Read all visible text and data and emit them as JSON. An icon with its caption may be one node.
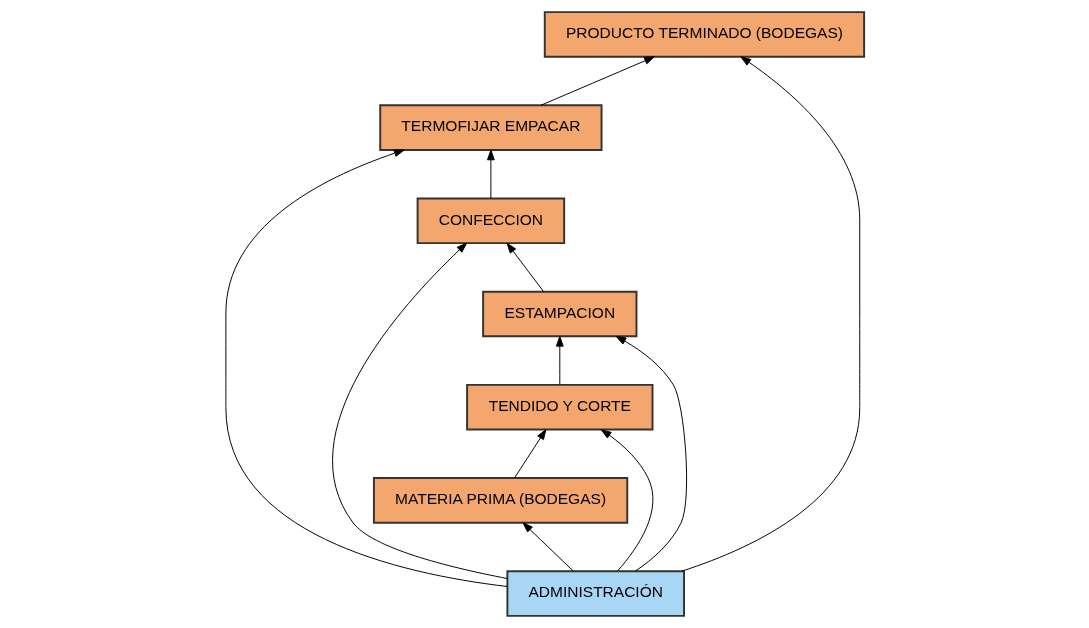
{
  "diagram": {
    "nodes": [
      {
        "text": [
          "ESTAMPACION"
        ]
      },
      {
        "text": [
          "CONFECCION"
        ]
      },
      {
        "text": [
          "TERMOFIJAR EMPACAR"
        ]
      },
      {
        "text": [
          "TENDIDO Y CORTE"
        ]
      },
      {
        "text": [
          "PRODUCTO TERMINADO (BODEGAS)"
        ]
      },
      {
        "text": [
          "MATERIA PRIMA (BODEGAS)"
        ]
      },
      {
        "text": [
          "ADMINISTRACIÓN"
        ]
      }
    ],
    "edges": [
      {
        "from": 5,
        "to": 3,
        "arrow": "to"
      },
      {
        "from": 3,
        "to": 0,
        "arrow": "to"
      },
      {
        "from": 0,
        "to": 1,
        "arrow": "to"
      },
      {
        "from": 1,
        "to": 2,
        "arrow": "to"
      },
      {
        "from": 2,
        "to": 4,
        "arrow": "to"
      },
      {
        "from": 6,
        "to": 5,
        "arrow": "to"
      },
      {
        "from": 6,
        "to": 3,
        "arrow": "to"
      },
      {
        "from": 6,
        "to": 0,
        "arrow": "to"
      },
      {
        "from": 6,
        "to": 1,
        "arrow": "to"
      },
      {
        "from": 6,
        "to": 2,
        "arrow": "to"
      },
      {
        "from": 6,
        "to": 4,
        "arrow": "to"
      }
    ]
  }
}
